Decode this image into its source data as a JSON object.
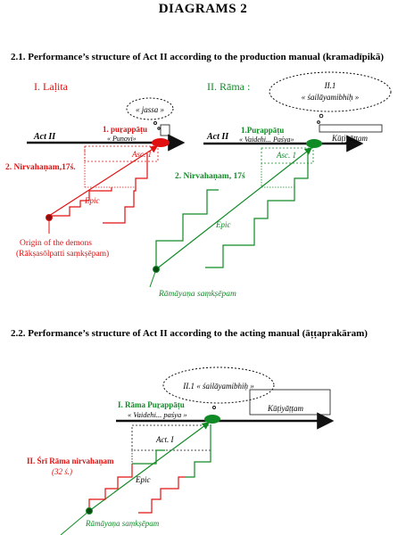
{
  "page_title": "DIAGRAMS 2",
  "section1": {
    "heading": "2.1.  Performance’s structure of Act II according to the production manual (kramadīpikā)",
    "lalita": {
      "title": "I. Laḷita",
      "act_label": "Act II",
      "bubble": "« jassa »",
      "purappadu": "1. puṟappāṭu",
      "purappadu_quote": "« Punovi»",
      "asc": "Asc. 1",
      "nirvahanam": "2. Nirvahaṇam,17ś.",
      "epic": "Epic",
      "origin_line1": "Origin of the demons",
      "origin_line2": "(Rākṣasōlpatti saṃkṣēpam)"
    },
    "rama": {
      "title": "II. Rāma :",
      "act_label": "Act II",
      "bubble_line1": "II.1",
      "bubble_line2": "« śailāyamibhiḥ »",
      "purappadu": "1.Puṟappāṭu",
      "purappadu_quote": "« Vaidehi... Paśya»",
      "kutiyattam": "Kūṭiyāṭṭam",
      "asc": "Asc. 1",
      "nirvahanam": "2. Nirvahaṇam, 17ś",
      "epic": "Epic",
      "ramayana": "Rāmāyaṇa saṃkṣēpam"
    }
  },
  "section2": {
    "heading": "2.2.  Performance’s structure of Act II according to the acting manual (āṭṭaprakāram)",
    "bubble": "II.1 « śailāyamibhiḥ »",
    "purappadu": "I. Rāma Puṟappāṭu",
    "purappadu_quote": "« Vaidehi... paśya »",
    "kutiyattam": "Kūṭiyāṭṭam",
    "act": "Act. I",
    "nirvahanam": "II. Śrī Rāma nirvahaṇam",
    "nirvahanam_sub": "(32 ś.)",
    "epic": "Epic",
    "ramayana": "Rāmāyaṇa saṃkṣēpam"
  },
  "colors": {
    "red": "#e01010",
    "green": "#108a25",
    "black": "#111111"
  }
}
